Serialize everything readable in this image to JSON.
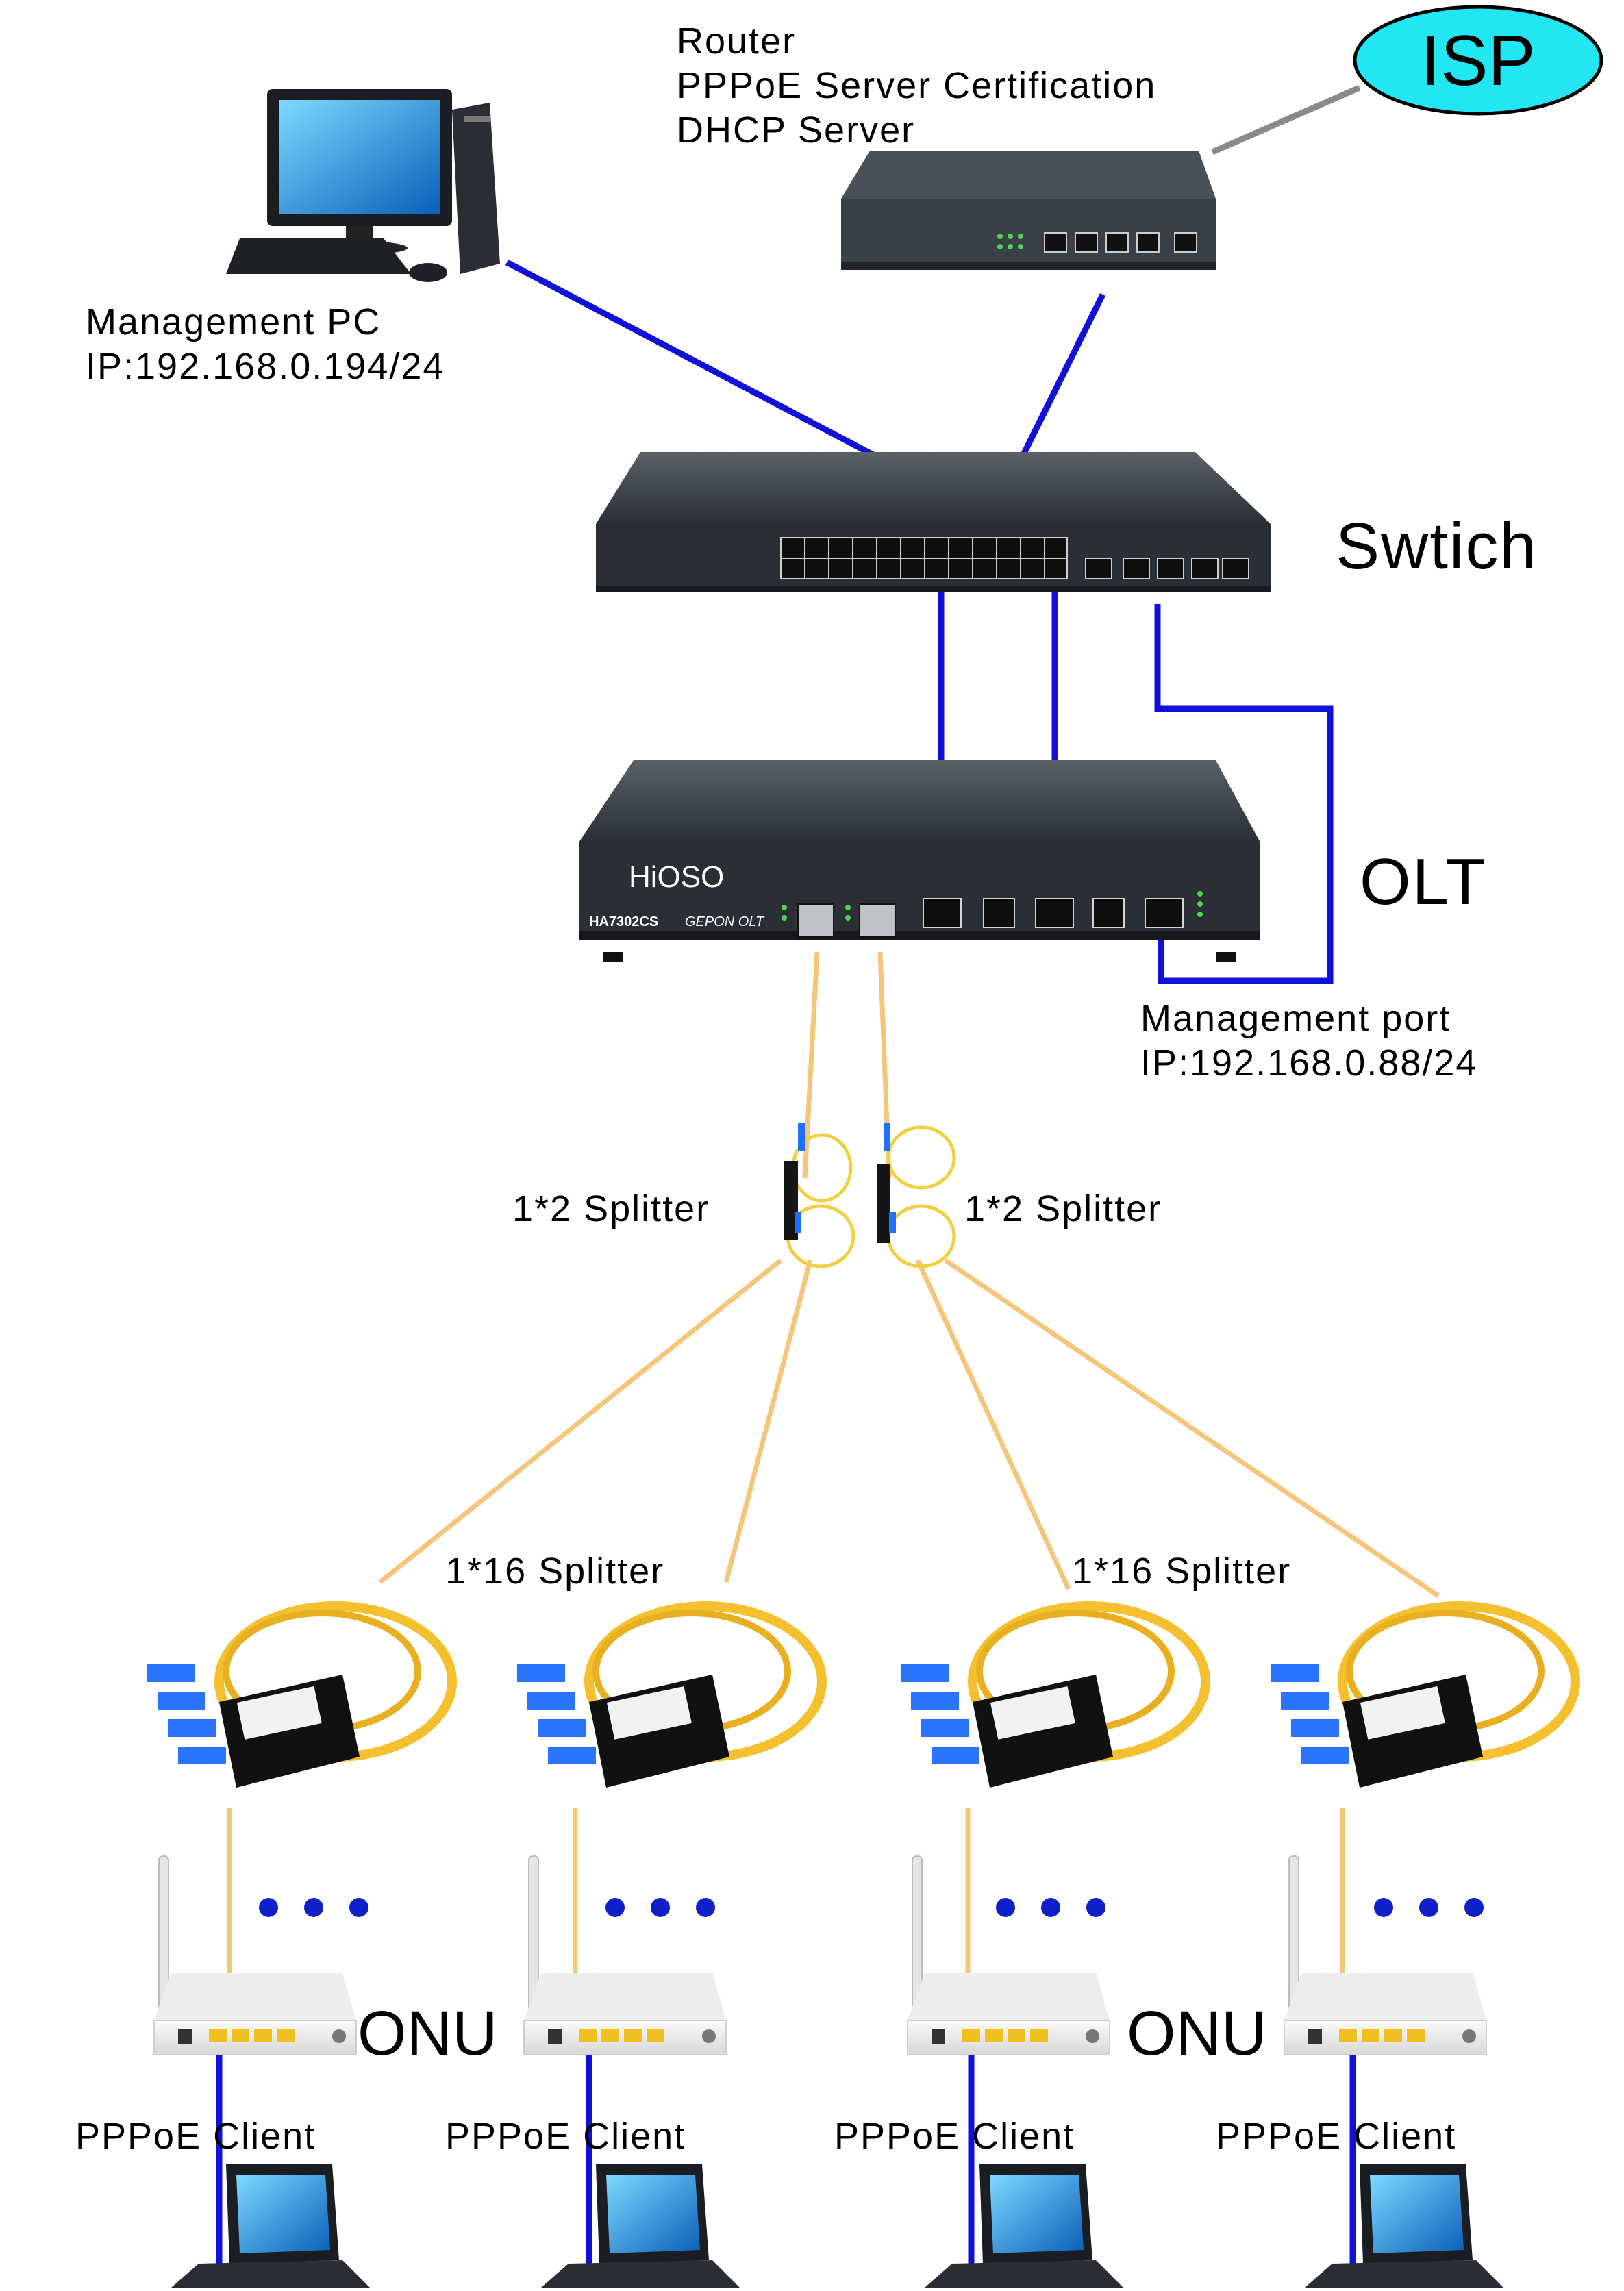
{
  "router": {
    "lines": [
      "Router",
      "PPPoE Server Certification",
      "DHCP Server"
    ]
  },
  "isp": {
    "label": "ISP"
  },
  "management_pc": {
    "lines": [
      "Management PC",
      "IP:192.168.0.194/24"
    ]
  },
  "switch": {
    "label": "Swtich"
  },
  "olt": {
    "label": "OLT",
    "brand": "HiOSO",
    "model": "HA7302CS",
    "model_sub": "GEPON OLT",
    "management_port": [
      "Management port",
      "IP:192.168.0.88/24"
    ]
  },
  "splitter_1x2": {
    "label": "1*2 Splitter"
  },
  "splitter_1x16": {
    "label": "1*16 Splitter"
  },
  "onu": {
    "label": "ONU"
  },
  "client": {
    "label": "PPPoE Client"
  },
  "colors": {
    "ethernet": "#1010d8",
    "fiber": "#f5c57a",
    "isp_fill": "#22e6f2",
    "device_dark": "#2c3138",
    "dots": "#1020c8"
  }
}
